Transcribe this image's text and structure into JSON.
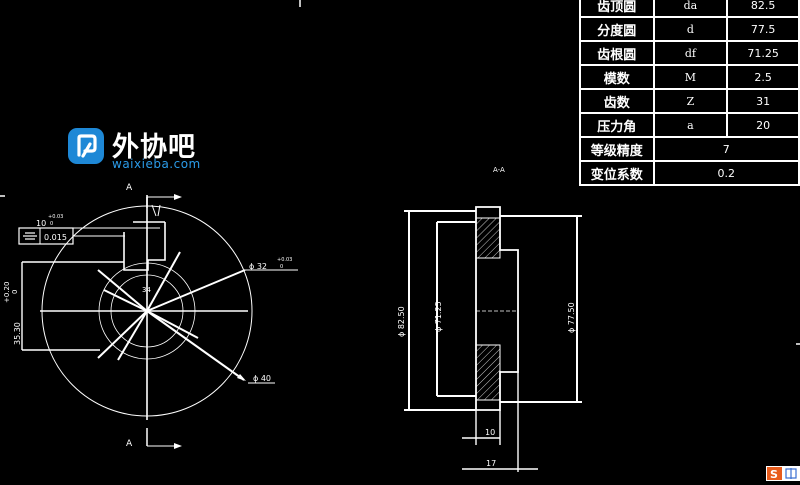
{
  "logo": {
    "name": "外协吧",
    "url": "waixieba.com"
  },
  "spec_table": {
    "rows": [
      {
        "label": "齿顶圆",
        "symbol": "da",
        "value": "82.5"
      },
      {
        "label": "分度圆",
        "symbol": "d",
        "value": "77.5"
      },
      {
        "label": "齿根圆",
        "symbol": "df",
        "value": "71.25"
      },
      {
        "label": "模数",
        "symbol": "M",
        "value": "2.5"
      },
      {
        "label": "齿数",
        "symbol": "Z",
        "value": "31"
      },
      {
        "label": "压力角",
        "symbol": "a",
        "value": "20"
      },
      {
        "label": "等级精度",
        "value": "7"
      },
      {
        "label": "变位系数",
        "value": "0.2"
      }
    ]
  },
  "front_view": {
    "section_mark": "A",
    "keyway_tol": "10 +0.03 0",
    "keyway_width": "10",
    "keyway_upper": "+0.03",
    "keyway_lower": "0",
    "symmetry_tol": "0.015",
    "bore_dim": "ϕ 32",
    "bore_upper": "+0.03",
    "bore_lower": "0",
    "depth_dim": "35.30",
    "depth_upper": "+0.20",
    "depth_lower": "0",
    "center_label": "34",
    "outer_dim": "ϕ 40"
  },
  "section_view": {
    "title": "A-A",
    "dia_tip": "ϕ 82.50",
    "dia_root": "ϕ 71.25",
    "dia_pitch": "ϕ 77.50",
    "width_10": "10",
    "width_17": "17"
  }
}
